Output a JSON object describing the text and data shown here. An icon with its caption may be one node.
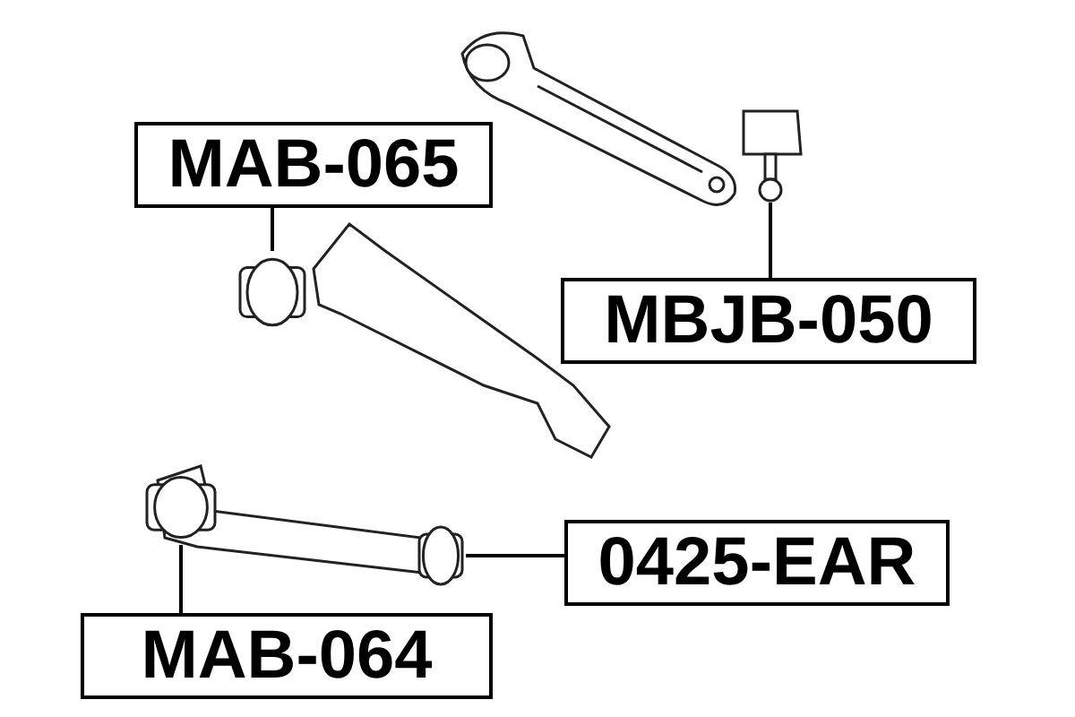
{
  "diagram": {
    "nodes": [
      {
        "text": [
          "MAB-065"
        ]
      },
      {
        "text": [],
        "shape": "cylinder"
      },
      {
        "text": [],
        "shape": "picture"
      },
      {
        "text": [
          "MBJB-050"
        ]
      },
      {
        "text": [],
        "shape": "cylinder"
      },
      {
        "text": [],
        "shape": "cylinder"
      },
      {
        "text": [
          "0425-EAR"
        ]
      },
      {
        "text": [
          "MAB-064"
        ]
      }
    ],
    "edges": [
      {
        "from": 0,
        "to": 1,
        "arrow": "none"
      },
      {
        "from": 3,
        "to": 2,
        "arrow": "none"
      },
      {
        "from": 6,
        "to": 5,
        "arrow": "none"
      },
      {
        "from": 7,
        "to": 4,
        "arrow": "none"
      }
    ]
  }
}
